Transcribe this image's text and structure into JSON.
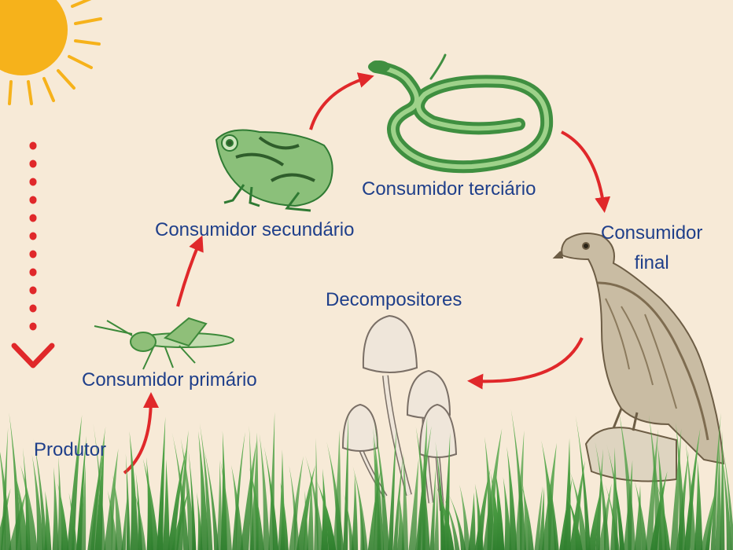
{
  "diagram": {
    "labels": {
      "produtor": "Produtor",
      "primario": "Consumidor primário",
      "secundario": "Consumidor secundário",
      "terciario": "Consumidor terciário",
      "final_line1": "Consumidor",
      "final_line2": "final",
      "decompositores": "Decompositores"
    }
  },
  "colors": {
    "background": "#f7ead7",
    "label_text": "#1f3f8a",
    "arrow": "#e0282a",
    "sun": "#f6b21b",
    "grass": "#3f9a3a",
    "organisms": "#4f9a4b"
  },
  "icons": [
    "sun-icon",
    "grasshopper-icon",
    "frog-icon",
    "snake-icon",
    "falcon-icon",
    "mushroom-icon",
    "grass-icon",
    "arrow-icon"
  ]
}
